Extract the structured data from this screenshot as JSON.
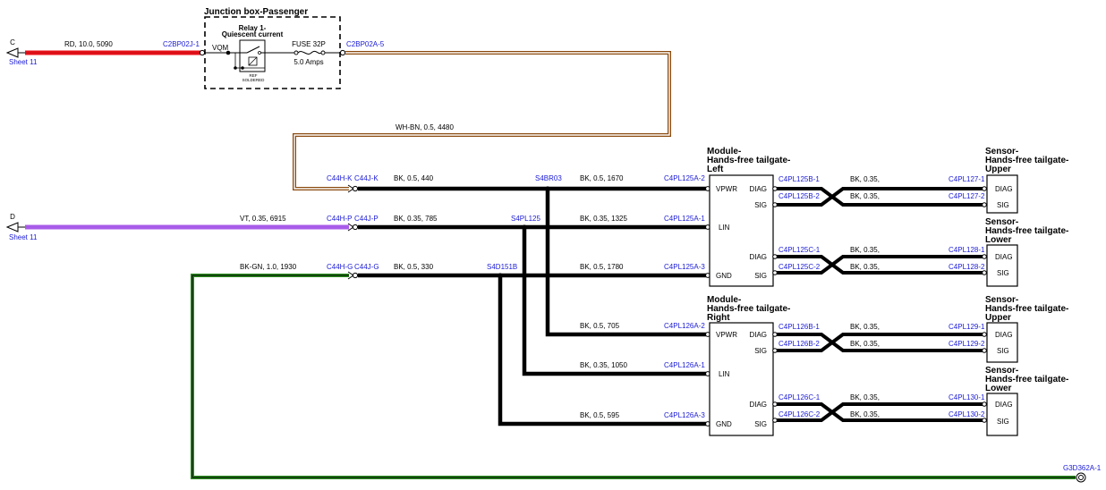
{
  "colors": {
    "red": "#e8101a",
    "violet": "#a85ce8",
    "green": "#2a8c1e",
    "brown": "#8b4a0e",
    "black": "#000000",
    "connector_blue": "#1a1ad6"
  },
  "junction_box": {
    "title": "Junction box-Passenger",
    "relay_label_line1": "Relay 1-",
    "relay_label_line2": "Quiescent current",
    "vqm": "VQM",
    "ref_line1": "REF",
    "ref_line2": "SOLDERED",
    "fuse_label": "FUSE 32P",
    "fuse_amps": "5.0 Amps"
  },
  "offpage": {
    "c_letter": "C",
    "c_sheet": "Sheet 11",
    "d_letter": "D",
    "d_sheet": "Sheet 11"
  },
  "wires": {
    "red": "RD,  10.0,  5090",
    "wh_bn": "WH-BN,  0.5,  4480",
    "vt": "VT,  0.35,  6915",
    "bk_gn": "BK-GN,  1.0,  1930",
    "bk_440": "BK,  0.5,  440",
    "bk_785": "BK,  0.35,  785",
    "bk_330": "BK,  0.5,  330",
    "bk_1670": "BK,  0.5,  1670",
    "bk_1325": "BK,  0.35,  1325",
    "bk_1780": "BK,  0.5,  1780",
    "bk_705": "BK,  0.5,  705",
    "bk_1050": "BK,  0.35,  1050",
    "bk_595": "BK,  0.5,  595",
    "bk_twist": "BK,  0.35,"
  },
  "connectors": {
    "c2bp02j_1": "C2BP02J-1",
    "c2bp02a_5": "C2BP02A-5",
    "c44h_k": "C44H-K",
    "c44j_k": "C44J-K",
    "c44h_p": "C44H-P",
    "c44j_p": "C44J-P",
    "c44h_g": "C44H-G",
    "c44j_g": "C44J-G",
    "s4br03": "S4BR03",
    "s4pl125": "S4PL125",
    "s4d151b": "S4D151B",
    "c4pl125a_2": "C4PL125A-2",
    "c4pl125a_1": "C4PL125A-1",
    "c4pl125a_3": "C4PL125A-3",
    "c4pl126a_2": "C4PL126A-2",
    "c4pl126a_1": "C4PL126A-1",
    "c4pl126a_3": "C4PL126A-3",
    "c4pl125b_1": "C4PL125B-1",
    "c4pl125b_2": "C4PL125B-2",
    "c4pl125c_1": "C4PL125C-1",
    "c4pl125c_2": "C4PL125C-2",
    "c4pl126b_1": "C4PL126B-1",
    "c4pl126b_2": "C4PL126B-2",
    "c4pl126c_1": "C4PL126C-1",
    "c4pl126c_2": "C4PL126C-2",
    "c4pl127_1": "C4PL127-1",
    "c4pl127_2": "C4PL127-2",
    "c4pl128_1": "C4PL128-1",
    "c4pl128_2": "C4PL128-2",
    "c4pl129_1": "C4PL129-1",
    "c4pl129_2": "C4PL129-2",
    "c4pl130_1": "C4PL130-1",
    "c4pl130_2": "C4PL130-2",
    "g3d362a_1": "G3D362A-1"
  },
  "modules": {
    "left": {
      "title_line1": "Module-",
      "title_line2": "Hands-free tailgate-",
      "title_line3": "Left",
      "pin_vpwr": "VPWR",
      "pin_lin": "LIN",
      "pin_gnd": "GND",
      "pin_diag_1": "DIAG",
      "pin_sig_1": "SIG",
      "pin_diag_2": "DIAG",
      "pin_sig_2": "SIG"
    },
    "right": {
      "title_line1": "Module-",
      "title_line2": "Hands-free tailgate-",
      "title_line3": "Right",
      "pin_vpwr": "VPWR",
      "pin_lin": "LIN",
      "pin_gnd": "GND",
      "pin_diag_1": "DIAG",
      "pin_sig_1": "SIG",
      "pin_diag_2": "DIAG",
      "pin_sig_2": "SIG"
    }
  },
  "sensors": {
    "s1": {
      "line1": "Sensor-",
      "line2": "Hands-free tailgate-",
      "line3": "Upper",
      "diag": "DIAG",
      "sig": "SIG"
    },
    "s2": {
      "line1": "Sensor-",
      "line2": "Hands-free tailgate-",
      "line3": "Lower",
      "diag": "DIAG",
      "sig": "SIG"
    },
    "s3": {
      "line1": "Sensor-",
      "line2": "Hands-free tailgate-",
      "line3": "Upper",
      "diag": "DIAG",
      "sig": "SIG"
    },
    "s4": {
      "line1": "Sensor-",
      "line2": "Hands-free tailgate-",
      "line3": "Lower",
      "diag": "DIAG",
      "sig": "SIG"
    }
  }
}
